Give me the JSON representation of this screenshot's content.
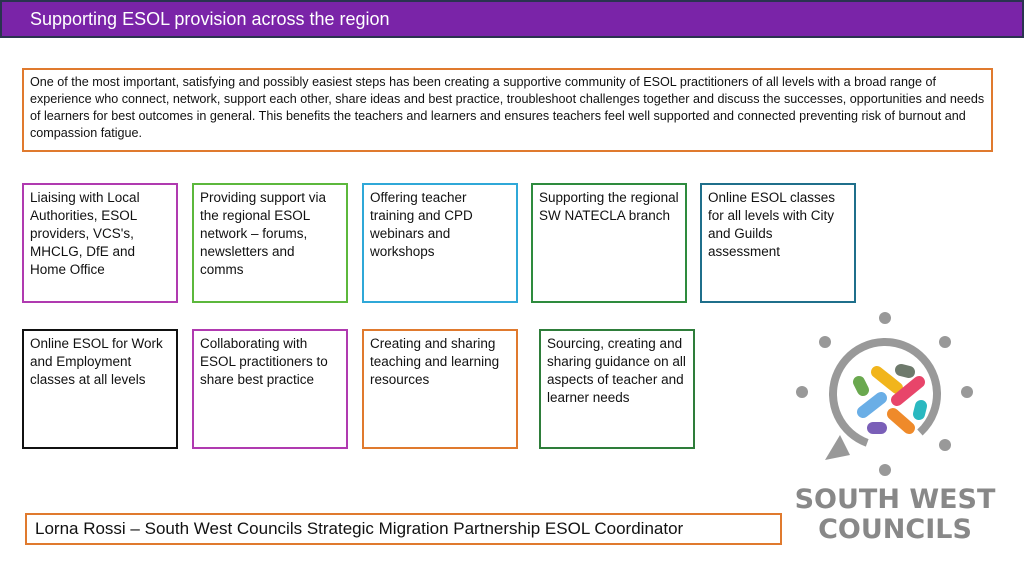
{
  "header": {
    "title": "Supporting ESOL provision across the region"
  },
  "intro": "One of the most important, satisfying and possibly easiest steps has been creating a supportive community of ESOL practitioners of all levels with a broad range of experience who connect, network, support each other, share ideas and best practice, troubleshoot challenges together and discuss the successes, opportunities and needs of learners for best outcomes in general. This benefits the teachers and learners and ensures teachers feel well supported and connected preventing risk of burnout and compassion fatigue.",
  "boxes": [
    {
      "text": "Liaising with Local Authorities, ESOL providers, VCS's, MHCLG, DfE and Home Office",
      "color": "#b03ab0"
    },
    {
      "text": "Providing support via the regional ESOL network – forums, newsletters and comms",
      "color": "#5cb83c"
    },
    {
      "text": "Offering teacher training and CPD webinars and workshops",
      "color": "#2fa8d8"
    },
    {
      "text": "Supporting the regional SW NATECLA branch",
      "color": "#2e8b3e"
    },
    {
      "text": "Online ESOL classes for all levels with City and Guilds assessment",
      "color": "#1f6f8b"
    },
    {
      "text": "Online ESOL for Work and Employment classes at all levels",
      "color": "#111111"
    },
    {
      "text": "Collaborating with ESOL practitioners to share best practice",
      "color": "#b03ab0"
    },
    {
      "text": "Creating and sharing teaching and learning resources",
      "color": "#e07a2e"
    },
    {
      "text": "Sourcing, creating and sharing guidance on all aspects of teacher and learner needs",
      "color": "#2e7d3a"
    }
  ],
  "footer": "Lorna Rossi – South West Councils Strategic Migration Partnership ESOL Coordinator",
  "logo": {
    "line1": "SOUTH WEST",
    "line2": "COUNCILS"
  }
}
